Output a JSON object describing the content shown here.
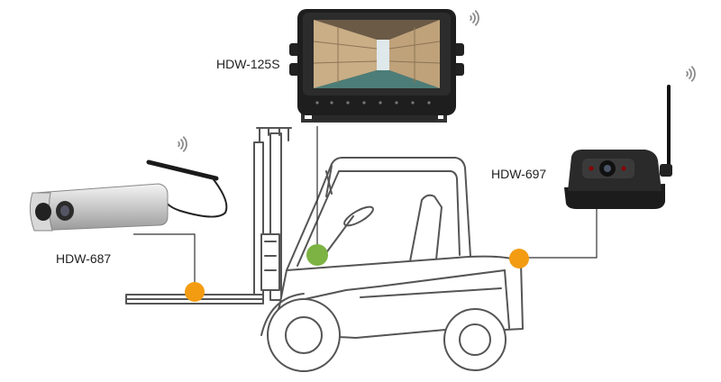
{
  "devices": [
    {
      "id": "monitor",
      "label": "HDW-125S",
      "kind": "wireless monitor",
      "icon": "monitor-icon"
    },
    {
      "id": "cam-fork",
      "label": "HDW-687",
      "kind": "wireless fork camera",
      "icon": "fork-camera-icon"
    },
    {
      "id": "cam-rear",
      "label": "HDW-697",
      "kind": "wireless magnetic camera",
      "icon": "magnetic-camera-icon"
    }
  ],
  "colors": {
    "marker_orange": "#f39c12",
    "marker_green": "#7cb342",
    "line": "#333333",
    "outline": "#555555",
    "wifi": "#8a8a8a"
  }
}
